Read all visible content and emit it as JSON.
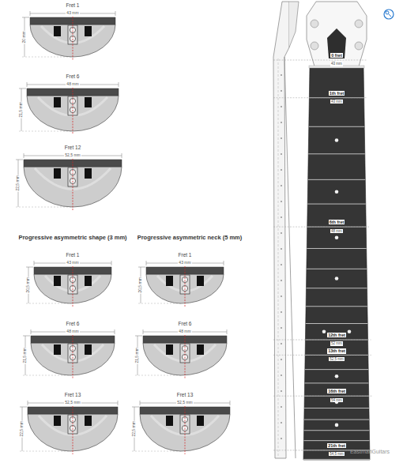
{
  "diagram": {
    "labels": [
      "Fret 1",
      "43 mm",
      "20 mm",
      "Fret 6",
      "48 mm",
      "21,5 mm",
      "Fret 12",
      "52,5 mm",
      "22,5 mm",
      "Progressive asymmetric shape (3 mm)",
      "Progressive asymmetric neck (5 mm)",
      "Fret 1",
      "43 mm",
      "20,5 mm",
      "Fret 6",
      "48 mm",
      "21,5 mm",
      "Fret 13",
      "52,5 mm",
      "22,5 mm",
      "Fret 1",
      "43 mm",
      "20,5 mm",
      "Fret 6",
      "48 mm",
      "21,5 mm",
      "Fret 13",
      "52,5 mm",
      "22,5 mm",
      "0 fret",
      "43 mm",
      "1th fret",
      "43 mm",
      "6th fret",
      "48 mm",
      "12th fret",
      "52 mm",
      "13th fret",
      "52,5 mm",
      "16th fret",
      "54 mm",
      "21th fret",
      "54,5 mm",
      "EastmanGuitars"
    ]
  }
}
